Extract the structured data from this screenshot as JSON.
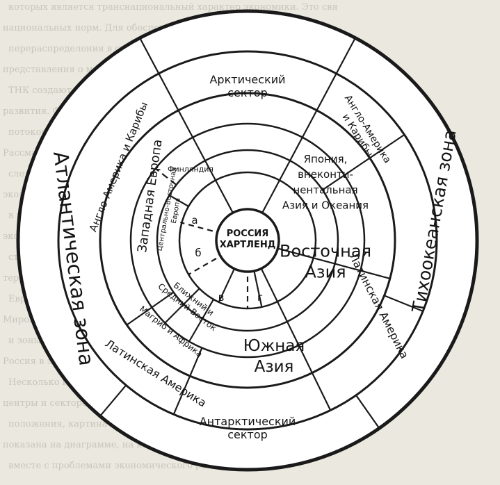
{
  "background_text": [
    "которых является транснациональный характер экономики. Это свя",
    "национальных норм. Для обеспечения своей глобальной ус",
    "перераспределения в свою пользу мирового продукта ТН",
    "представления о мире как едином планетарном рынке, в рамк",
    "ТНК создают мощные системы своего влияния на все уровни",
    "развития. Формируется глобальная сеть обмена ресурсами",
    "потоков, связывающих различные части мира в единое целое.",
    "Рассматривая с этих позиций геоэкономическое положение России,",
    "следует отметить, что ее реальные возможности и ресурсы",
    "экономики влияют на характер отношений с внешним миром",
    "в целом. Анализ показывает, что ориентирование на сырьевой",
    "экспорт и зависимость от импорта технологий ослабляют позиции",
    "страны. Важнейшее значение имеют транзитные функции",
    "территории и развитие транспортных коридоров",
    "Евразии, связывающих Европу и Азию.",
    "Мировые экономические центры",
    "и зоны их влияния",
    "Россия в экономической системе мира",
    "Несколько иначе, но все же",
    "центры и сектора",
    "положения, картина которой",
    "показана на диаграмме, на которой её геополи",
    "вместе с проблемами экономического развития"
  ],
  "center": {
    "line1": "РОССИЯ",
    "line2": "ХАРТЛЕНД"
  },
  "sectors": {
    "arctic": "Арктический|сектор",
    "antarctic": "Антарктический|сектор",
    "japan": "Япония,|внеконти-|нентальная|Азия и Океания",
    "east_asia": "Восточная|Азия",
    "south_asia": "Южная|Азия",
    "finland": "Финляндия",
    "central_eastern_europe": "Центрально-Восточная|Европа",
    "western_europe": "Западная Европа",
    "anglo_america_left": "Англо-Америка и Карибы",
    "anglo_america_right": "Англо-Америка|и Карибы",
    "latin_america_right": "Латинская Америка",
    "latin_america_left": "Латинская Америка",
    "maghreb_africa": "Магриб и Африка",
    "near_middle_east": "Ближний и|Средний Восток",
    "atlantic_zone": "Атлантическая зона",
    "pacific_zone": "Тихоокеанская зона"
  },
  "inner_markers": {
    "a": "а",
    "b": "б",
    "v": "в",
    "g": "г"
  }
}
